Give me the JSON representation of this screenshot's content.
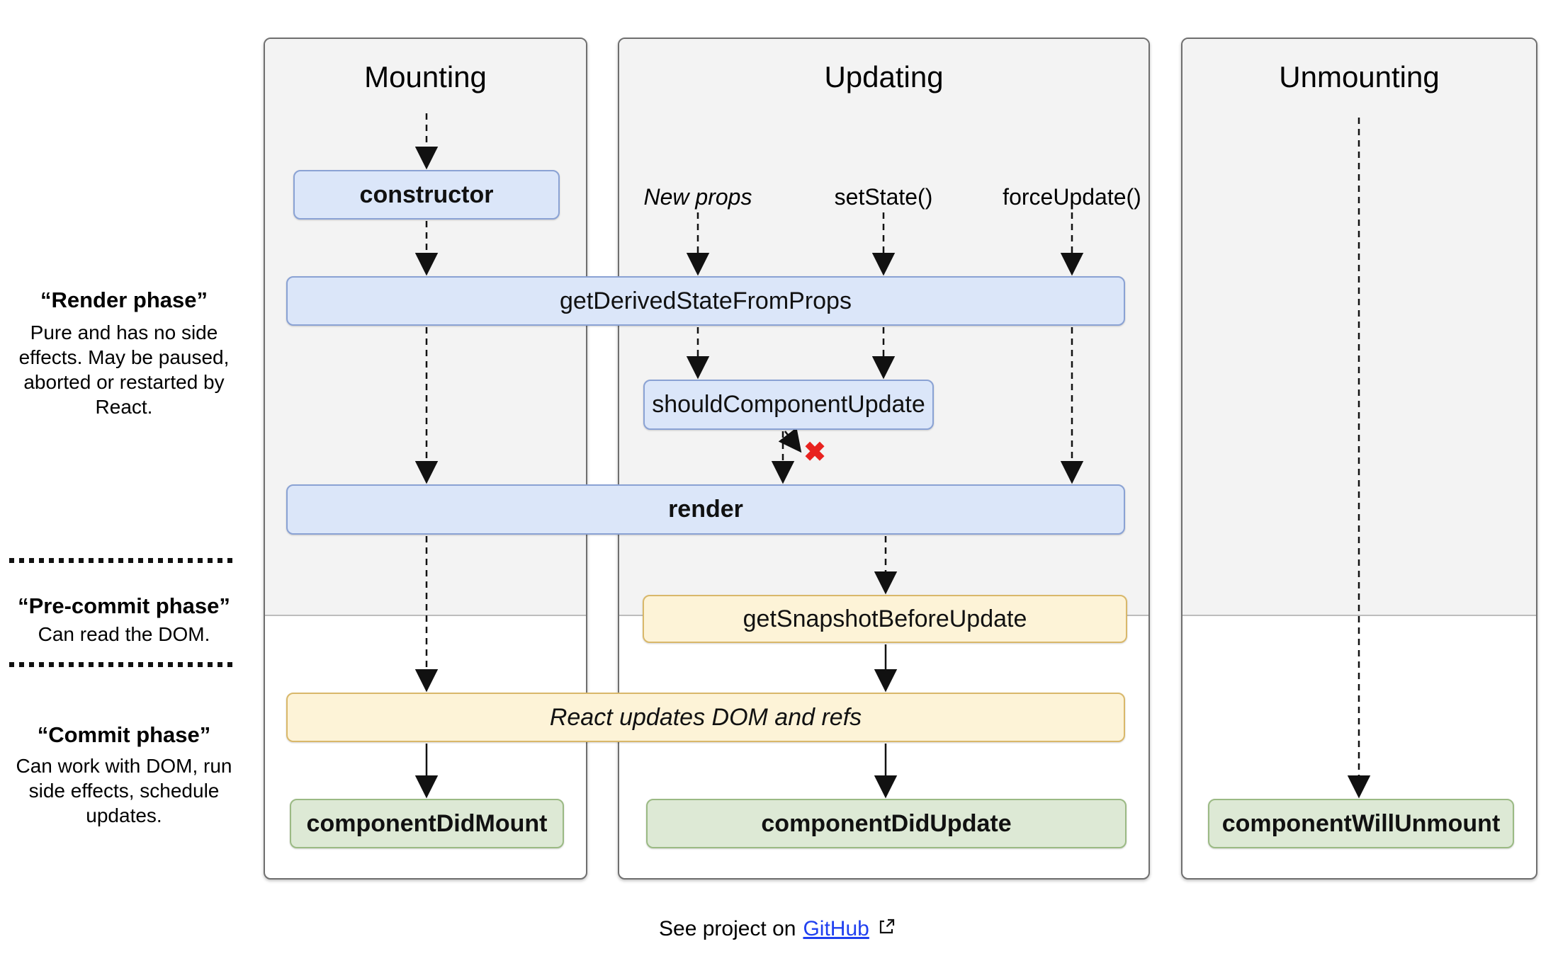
{
  "columns": {
    "mounting": {
      "title": "Mounting"
    },
    "updating": {
      "title": "Updating"
    },
    "unmounting": {
      "title": "Unmounting"
    }
  },
  "phases": {
    "render": {
      "title": "“Render phase”",
      "description": "Pure and has no side effects. May be paused, aborted or restarted by React."
    },
    "pre_commit": {
      "title": "“Pre-commit phase”",
      "description": "Can read the DOM."
    },
    "commit": {
      "title": "“Commit phase”",
      "description": "Can work with DOM, run side effects, schedule updates."
    }
  },
  "triggers": {
    "new_props": "New props",
    "set_state": "setState()",
    "force_update": "forceUpdate()"
  },
  "boxes": {
    "constructor": "constructor",
    "get_derived_state_from_props": "getDerivedStateFromProps",
    "should_component_update": "shouldComponentUpdate",
    "render": "render",
    "get_snapshot_before_update": "getSnapshotBeforeUpdate",
    "react_updates": "React updates DOM and refs",
    "component_did_mount": "componentDidMount",
    "component_did_update": "componentDidUpdate",
    "component_will_unmount": "componentWillUnmount"
  },
  "stop_marker": "✖",
  "footer": {
    "text": "See project on",
    "link_label": "GitHub",
    "link_icon": "external-link-icon"
  },
  "colors": {
    "panel_bg": "#f3f3f3",
    "panel_border": "#6f6f6f",
    "shade_divider": "#bdbdbd",
    "blue_bg": "#dbe6f9",
    "blue_border": "#8aa2d4",
    "yellow_bg": "#fdf3d7",
    "yellow_border": "#d9b86a",
    "green_bg": "#dde9d5",
    "green_border": "#9bba84",
    "stop_red": "#e8221f",
    "link_blue": "#2040f0"
  }
}
